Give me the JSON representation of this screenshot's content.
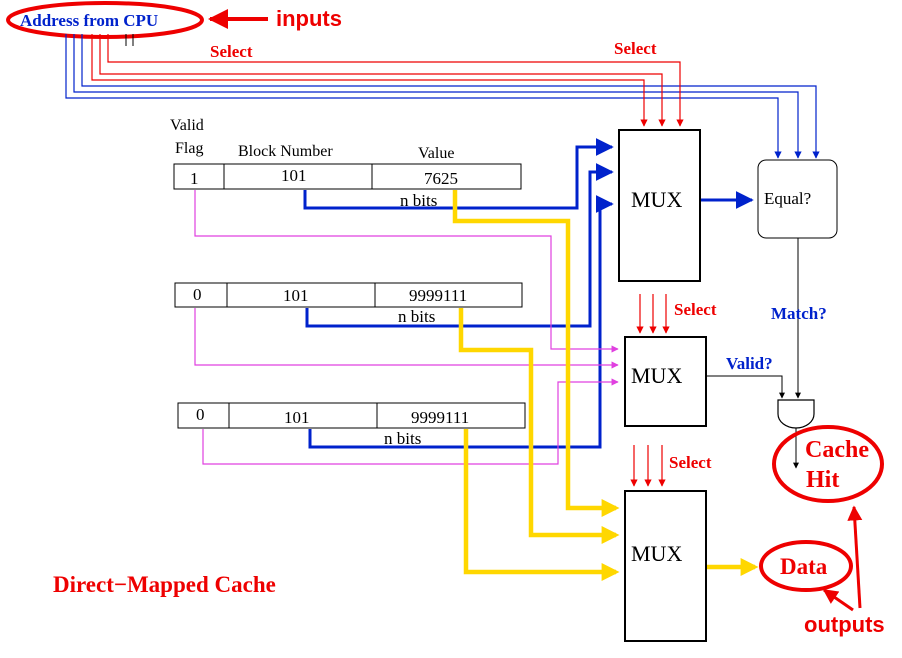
{
  "title": "Direct−Mapped Cache",
  "address_label": "Address from CPU",
  "inputs_label": "inputs",
  "outputs_label": "outputs",
  "select_label": "Select",
  "header": {
    "valid_line1": "Valid",
    "valid_line2": "Flag",
    "block_number": "Block Number",
    "value": "Value"
  },
  "rows": [
    {
      "valid": "1",
      "block": "101",
      "value": "7625",
      "bits": "n bits"
    },
    {
      "valid": "0",
      "block": "101",
      "value": "9999111",
      "bits": "n bits"
    },
    {
      "valid": "0",
      "block": "101",
      "value": "9999111",
      "bits": "n bits"
    }
  ],
  "mux_label": "MUX",
  "equal_label": "Equal?",
  "match_label": "Match?",
  "valid_q_label": "Valid?",
  "cache_hit_line1": "Cache",
  "cache_hit_line2": "Hit",
  "data_label": "Data",
  "colors": {
    "red": "#ee0000",
    "blue": "#0022cc",
    "yellow": "#ffd700",
    "magenta": "#e040e0",
    "black": "#000000"
  }
}
